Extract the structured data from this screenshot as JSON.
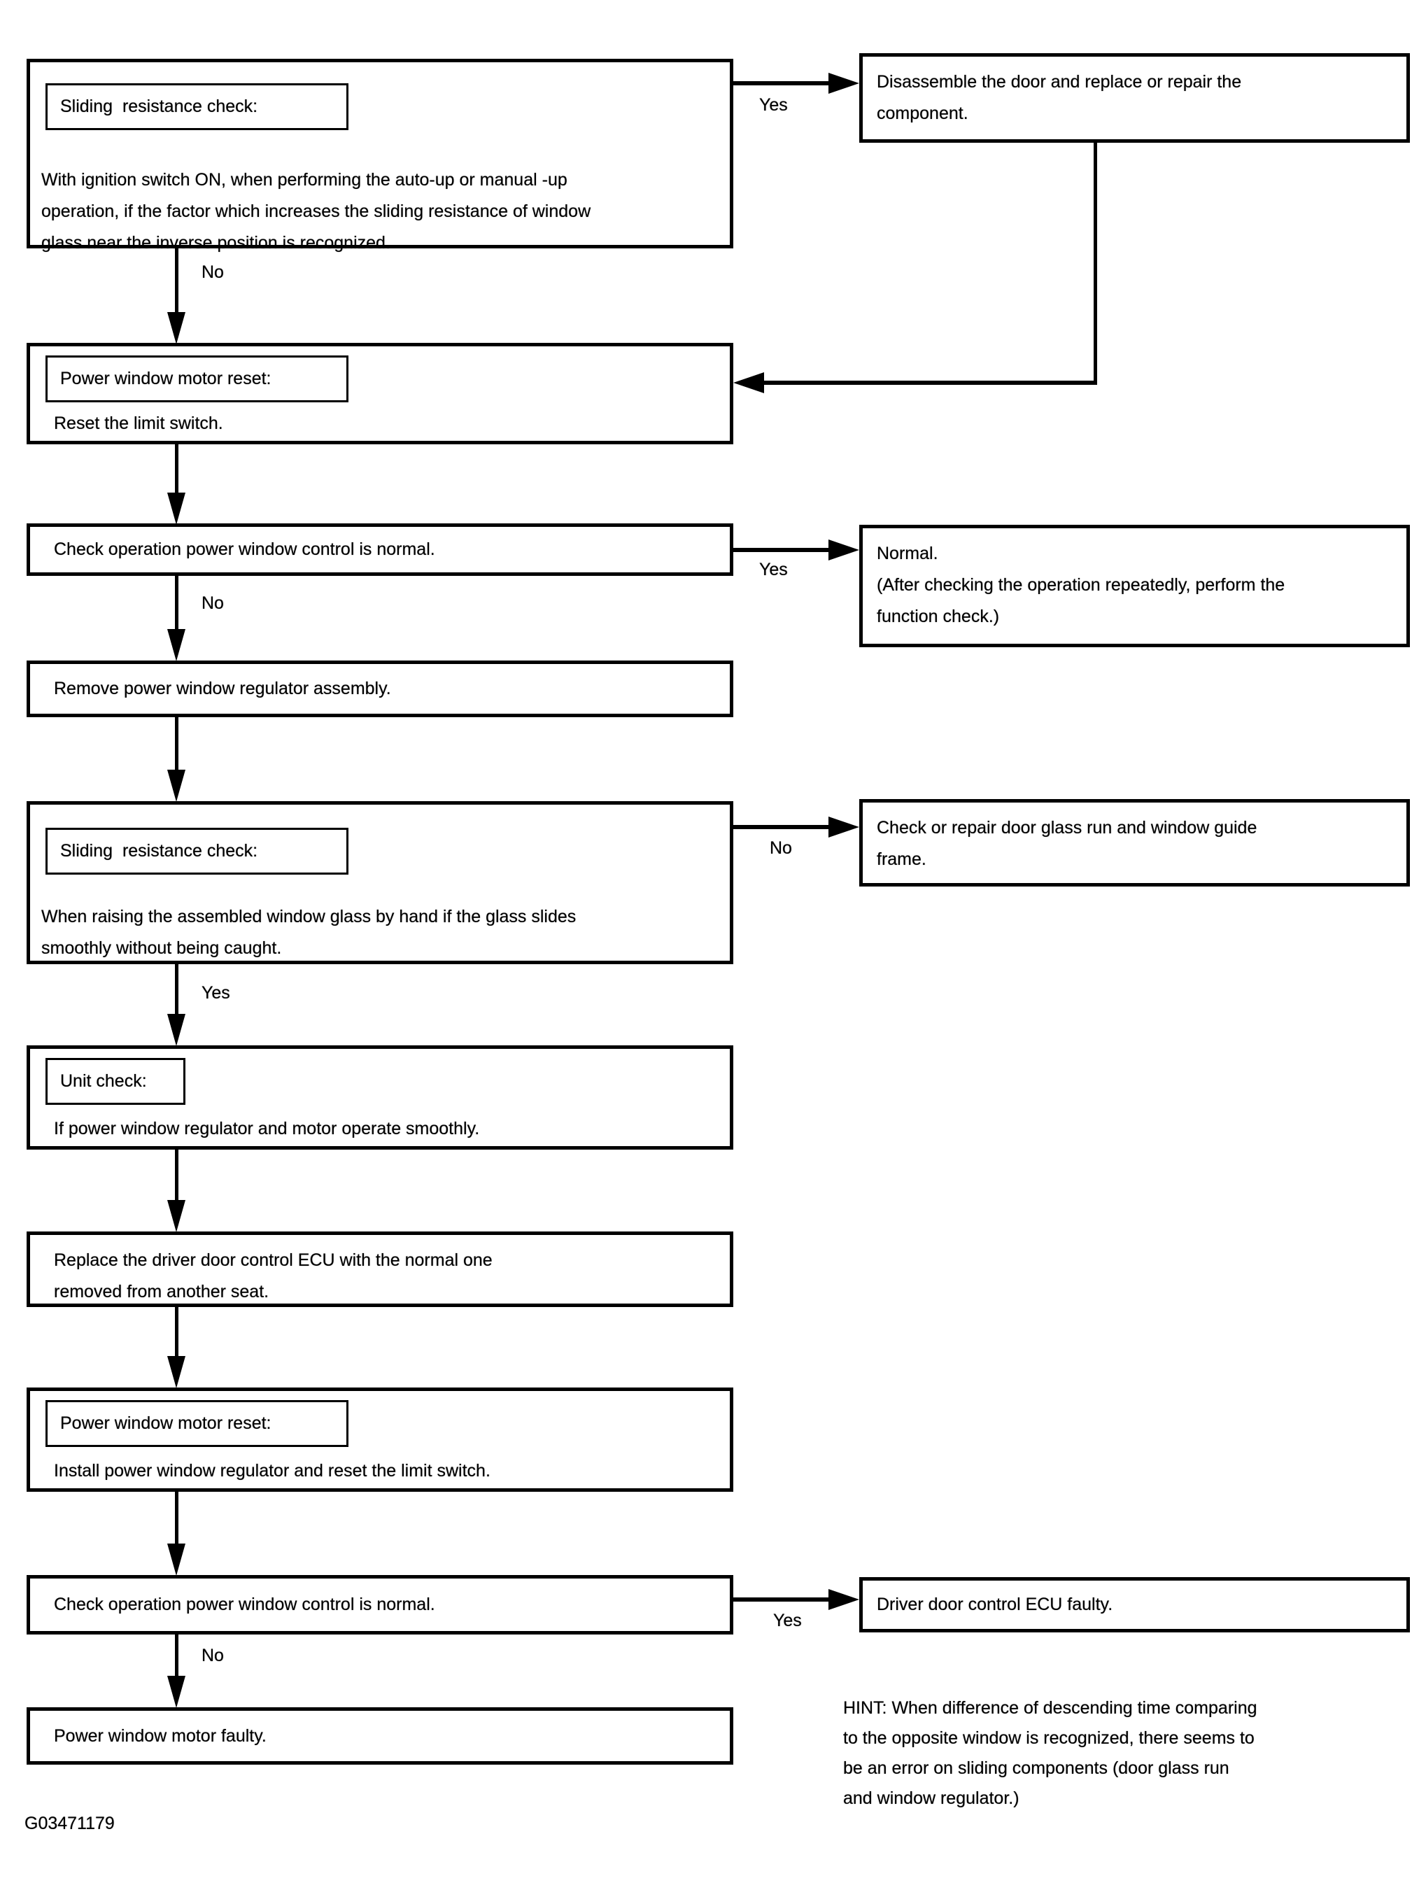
{
  "figure": {
    "id_label": "G03471179"
  },
  "colors": {
    "ink": "#000000",
    "paper": "#ffffff"
  },
  "flowchart": {
    "boxes": {
      "sliding_check_1": {
        "label": "Sliding  resistance check:",
        "body": "With ignition switch ON, when performing the auto-up or manual -up\noperation, if the factor which increases the sliding resistance of window\nglass near the inverse position is recognized."
      },
      "disassemble": {
        "body": "Disassemble the door and replace or repair the\ncomponent."
      },
      "motor_reset_1": {
        "label": "Power window motor reset:",
        "body": "Reset the limit switch."
      },
      "check_operation_1": {
        "body": "Check operation power window control is normal."
      },
      "normal_result": {
        "body": "Normal.\n(After checking the operation repeatedly, perform the\nfunction check.)"
      },
      "remove_regulator": {
        "body": "Remove power window regulator assembly."
      },
      "sliding_check_2": {
        "label": "Sliding  resistance check:",
        "body": "When raising the assembled window glass by hand if the glass slides\nsmoothly without being caught."
      },
      "check_repair_glass_run": {
        "body": "Check or repair door glass run and window guide\nframe."
      },
      "unit_check": {
        "label": "Unit check:",
        "body": "If power window regulator and motor operate smoothly."
      },
      "replace_ecu": {
        "body": "Replace the driver door control ECU with the normal one\nremoved from another seat."
      },
      "motor_reset_2": {
        "label": "Power window motor reset:",
        "body": "Install power window regulator and reset the limit switch."
      },
      "check_operation_2": {
        "body": "Check operation power window control is normal."
      },
      "ecu_faulty": {
        "body": "Driver door control ECU faulty."
      },
      "motor_faulty": {
        "body": "Power window motor faulty."
      }
    },
    "edge_labels": {
      "yes_1": "Yes",
      "no_1": "No",
      "yes_2": "Yes",
      "no_2": "No",
      "no_3": "No",
      "yes_3": "Yes",
      "yes_4": "Yes",
      "no_4": "No"
    },
    "hint": "HINT: When difference of descending time comparing\nto the opposite window is recognized, there seems to\nbe an error on sliding components (door glass run\nand window regulator.)"
  }
}
